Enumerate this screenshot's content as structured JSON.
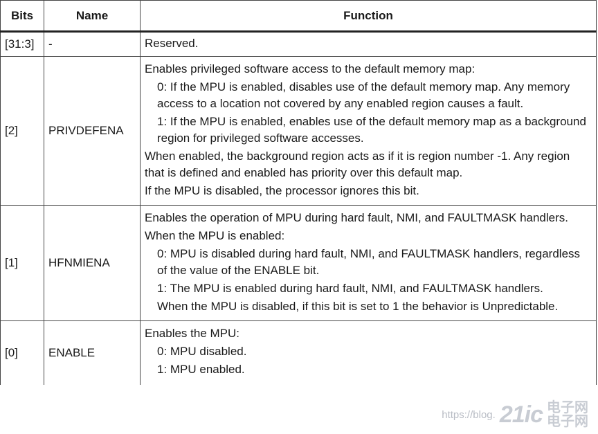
{
  "table": {
    "headers": {
      "bits": "Bits",
      "name": "Name",
      "function": "Function"
    },
    "rows": [
      {
        "bits": "[31:3]",
        "name": "-",
        "lines": [
          "Reserved."
        ]
      },
      {
        "bits": "[2]",
        "name": "PRIVDEFENA",
        "lines": [
          "Enables privileged software access to the default memory map:",
          "0: If the MPU is enabled, disables use of the default memory map. Any memory access to a location not covered by any enabled region causes a fault.",
          "1: If the MPU is enabled, enables use of the default memory map as a background region for privileged software accesses.",
          "When enabled, the background region acts as if it is region number -1. Any region that is defined and enabled has priority over this default map.",
          "If the MPU is disabled, the processor ignores this bit."
        ]
      },
      {
        "bits": "[1]",
        "name": "HFNMIENA",
        "lines": [
          "Enables the operation of MPU during hard fault, NMI, and FAULTMASK handlers.",
          "When the MPU is enabled:",
          "0: MPU is disabled during hard fault, NMI, and FAULTMASK handlers, regardless of the value of the ENABLE bit.",
          "1: The MPU is enabled during hard fault, NMI, and FAULTMASK handlers.",
          "When the MPU is disabled, if this bit is set to 1 the behavior is Unpredictable."
        ]
      },
      {
        "bits": "[0]",
        "name": "ENABLE",
        "lines": [
          "Enables the MPU:",
          "0: MPU disabled.",
          "1: MPU enabled."
        ]
      }
    ]
  },
  "watermark": {
    "url": "https://blog.",
    "logo": "21ic",
    "cn_top": "电子网",
    "cn_bottom": "电子网"
  }
}
